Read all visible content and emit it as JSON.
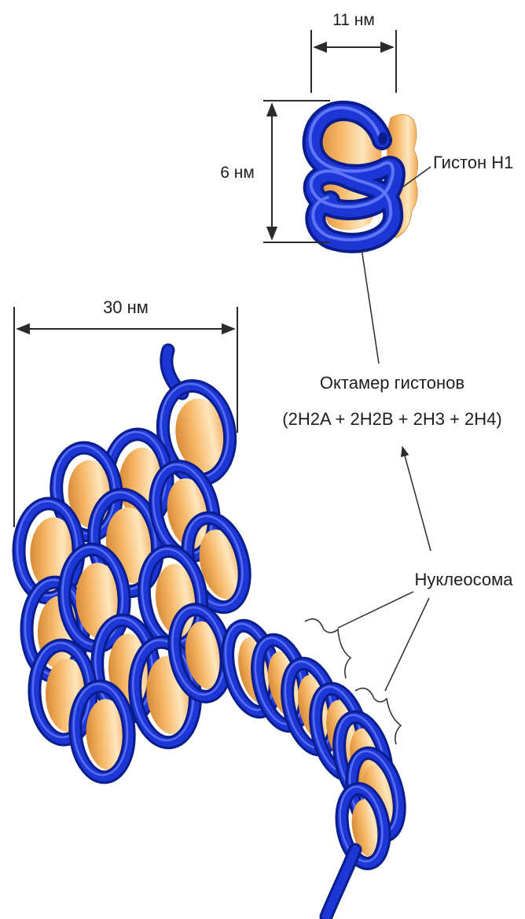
{
  "labels": {
    "width_11": "11 нм",
    "height_6": "6 нм",
    "histone_h1": "Гистон H1",
    "width_30": "30 нм",
    "octamer_title": "Октамер гистонов",
    "octamer_formula": "(2H2A + 2H2B + 2H3 + 2H4)",
    "nucleosome": "Нуклеосома"
  },
  "colors": {
    "dna_dark": "#0a1d8c",
    "dna_main": "#1d36d6",
    "dna_light": "#6f86ff",
    "histone_light": "#ffe3b6",
    "histone_main": "#f2ad5c",
    "histone_dark": "#c97a2a",
    "line": "#2b2b2b"
  }
}
